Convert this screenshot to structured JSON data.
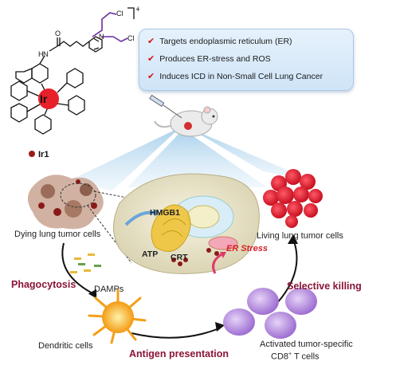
{
  "molecule": {
    "atoms": {
      "n": "N",
      "h": "H",
      "o": "O",
      "cl_top": "Cl",
      "cl_right": "Cl",
      "ir": "Ir"
    },
    "charge": "+",
    "compound_label": "Ir1"
  },
  "features": [
    "Targets endoplasmic reticulum (ER)",
    "Produces ER-stress and ROS",
    "Induces ICD in Non-Small Cell Lung Cancer"
  ],
  "cell_labels": {
    "hmgb1": "HMGB1",
    "atp": "ATP",
    "crt": "CRT",
    "er_stress": "ER Stress"
  },
  "labels": {
    "dying": "Dying lung tumor cells",
    "living": "Living lung tumor cells",
    "damps": "DAMPs",
    "phagocytosis": "Phagocytosis",
    "selective_killing": "Selective killing",
    "dendritic": "Dendritic cells",
    "antigen_presentation": "Antigen presentation",
    "activated_line1": "Activated tumor-specific",
    "activated_line2": "CD8",
    "activated_sup": "+",
    "activated_line2_tail": " T cells"
  },
  "colors": {
    "accent_text": "#8a1538",
    "check": "#d01515",
    "er_stress": "#d81f26",
    "linker": "#6a2ca0",
    "beam": "#a8d1ee",
    "tumor_red": "#e0182a",
    "tcell": "#b98fe0",
    "dendritic": "#f6b31b"
  },
  "icons": [
    "check-icon",
    "mouse-icon",
    "syringe-icon",
    "tumor-cell-icon",
    "dendritic-cell-icon",
    "t-cell-icon"
  ]
}
